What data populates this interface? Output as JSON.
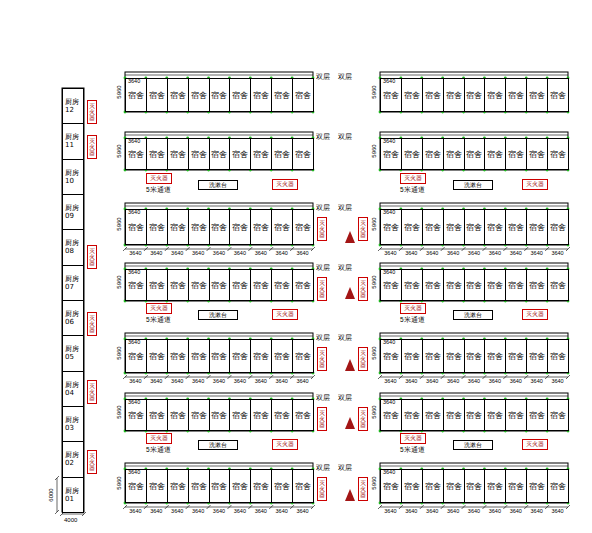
{
  "diagram": {
    "nodes": [
      {
        "text": [
          "厨房 12"
        ]
      },
      {
        "text": [
          "厨房 11"
        ]
      },
      {
        "text": [
          "厨房 10"
        ]
      },
      {
        "text": [
          "厨房 09"
        ]
      },
      {
        "text": [
          "厨房 08"
        ]
      },
      {
        "text": [
          "厨房 07"
        ]
      },
      {
        "text": [
          "厨房 06"
        ]
      },
      {
        "text": [
          "厨房 05"
        ]
      },
      {
        "text": [
          "厨房 04"
        ]
      },
      {
        "text": [
          "厨房 03"
        ]
      },
      {
        "text": [
          "厨房 02"
        ]
      },
      {
        "text": [
          "厨房 01"
        ]
      },
      {
        "text": [
          "宿舍"
        ]
      },
      {
        "text": [
          "宿舍"
        ]
      },
      {
        "text": [
          "宿舍"
        ]
      },
      {
        "text": [
          "宿舍"
        ]
      },
      {
        "text": [
          "宿舍"
        ]
      },
      {
        "text": [
          "宿舍"
        ]
      },
      {
        "text": [
          "宿舍"
        ]
      },
      {
        "text": [
          "宿舍"
        ]
      },
      {
        "text": [
          "宿舍"
        ]
      },
      {
        "text": [
          "宿舍"
        ]
      },
      {
        "text": [
          "宿舍"
        ]
      },
      {
        "text": [
          "宿舍"
        ]
      },
      {
        "text": [
          "宿舍"
        ]
      },
      {
        "text": [
          "宿舍"
        ]
      },
      {
        "text": [
          "宿舍"
        ]
      },
      {
        "text": [
          "宿舍"
        ]
      },
      {
        "text": [
          "宿舍"
        ]
      },
      {
        "text": [
          "宿舍"
        ]
      },
      {
        "text": [
          "宿舍"
        ]
      },
      {
        "text": [
          "宿舍"
        ]
      },
      {
        "text": [
          "宿舍"
        ]
      },
      {
        "text": [
          "宿舍"
        ]
      },
      {
        "text": [
          "宿舍"
        ]
      },
      {
        "text": [
          "宿舍"
        ]
      },
      {
        "text": [
          "宿舍"
        ]
      },
      {
        "text": [
          "宿舍"
        ]
      },
      {
        "text": [
          "宿舍"
        ]
      },
      {
        "text": [
          "宿舍"
        ]
      },
      {
        "text": [
          "宿舍"
        ]
      },
      {
        "text": [
          "宿舍"
        ]
      },
      {
        "text": [
          "宿舍"
        ]
      },
      {
        "text": [
          "宿舍"
        ]
      },
      {
        "text": [
          "宿舍"
        ]
      },
      {
        "text": [
          "宿舍"
        ]
      },
      {
        "text": [
          "宿舍"
        ]
      },
      {
        "text": [
          "宿舍"
        ]
      },
      {
        "text": [
          "宿舍"
        ]
      },
      {
        "text": [
          "宿舍"
        ]
      },
      {
        "text": [
          "宿舍"
        ]
      },
      {
        "text": [
          "宿舍"
        ]
      },
      {
        "text": [
          "宿舍"
        ]
      },
      {
        "text": [
          "宿舍"
        ]
      },
      {
        "text": [
          "宿舍"
        ]
      },
      {
        "text": [
          "宿舍"
        ]
      },
      {
        "text": [
          "宿舍"
        ]
      },
      {
        "text": [
          "宿舍"
        ]
      },
      {
        "text": [
          "宿舍"
        ]
      },
      {
        "text": [
          "宿舍"
        ]
      },
      {
        "text": [
          "宿舍"
        ]
      },
      {
        "text": [
          "宿舍"
        ]
      },
      {
        "text": [
          "宿舍"
        ]
      },
      {
        "text": [
          "宿舍"
        ]
      },
      {
        "text": [
          "宿舍"
        ]
      },
      {
        "text": [
          "宿舍"
        ]
      },
      {
        "text": [
          "宿舍"
        ]
      },
      {
        "text": [
          "宿舍"
        ]
      },
      {
        "text": [
          "宿舍"
        ]
      },
      {
        "text": [
          "宿舍"
        ]
      },
      {
        "text": [
          "宿舍"
        ]
      },
      {
        "text": [
          "宿舍"
        ]
      },
      {
        "text": [
          "宿舍"
        ]
      },
      {
        "text": [
          "宿舍"
        ]
      },
      {
        "text": [
          "宿舍"
        ]
      },
      {
        "text": [
          "宿舍"
        ]
      },
      {
        "text": [
          "宿舍"
        ]
      },
      {
        "text": [
          "宿舍"
        ]
      },
      {
        "text": [
          "宿舍"
        ]
      },
      {
        "text": [
          "宿舍"
        ]
      },
      {
        "text": [
          "宿舍"
        ]
      },
      {
        "text": [
          "宿舍"
        ]
      },
      {
        "text": [
          "宿舍"
        ]
      },
      {
        "text": [
          "宿舍"
        ]
      },
      {
        "text": [
          "宿舍"
        ]
      },
      {
        "text": [
          "宿舍"
        ]
      },
      {
        "text": [
          "宿舍"
        ]
      },
      {
        "text": [
          "宿舍"
        ]
      },
      {
        "text": [
          "宿舍"
        ]
      },
      {
        "text": [
          "宿舍"
        ]
      },
      {
        "text": [
          "宿舍"
        ]
      },
      {
        "text": [
          "宿舍"
        ]
      },
      {
        "text": [
          "宿舍"
        ]
      },
      {
        "text": [
          "宿舍"
        ]
      },
      {
        "text": [
          "宿舍"
        ]
      },
      {
        "text": [
          "宿舍"
        ]
      },
      {
        "text": [
          "宿舍"
        ]
      },
      {
        "text": [
          "宿舍"
        ]
      },
      {
        "text": [
          "宿舍"
        ]
      },
      {
        "text": [
          "宿舍"
        ]
      },
      {
        "text": [
          "宿舍"
        ]
      },
      {
        "text": [
          "宿舍"
        ]
      },
      {
        "text": [
          "宿舍"
        ]
      },
      {
        "text": [
          "宿舍"
        ]
      },
      {
        "text": [
          "宿舍"
        ]
      },
      {
        "text": [
          "宿舍"
        ]
      },
      {
        "text": [
          "宿舍"
        ]
      },
      {
        "text": [
          "宿舍"
        ]
      },
      {
        "text": [
          "宿舍"
        ]
      },
      {
        "text": [
          "宿舍"
        ]
      },
      {
        "text": [
          "宿舍"
        ]
      },
      {
        "text": [
          "宿舍"
        ]
      },
      {
        "text": [
          "宿舍"
        ]
      },
      {
        "text": [
          "宿舍"
        ]
      },
      {
        "text": [
          "宿舍"
        ]
      },
      {
        "text": [
          "宿舍"
        ]
      },
      {
        "text": [
          "宿舍"
        ]
      },
      {
        "text": [
          "宿舍"
        ]
      },
      {
        "text": [
          "宿舍"
        ]
      },
      {
        "text": [
          "宿舍"
        ]
      },
      {
        "text": [
          "宿舍"
        ]
      },
      {
        "text": [
          "宿舍"
        ]
      },
      {
        "text": [
          "宿舍"
        ]
      },
      {
        "text": [
          "宿舍"
        ]
      },
      {
        "text": [
          "宿舍"
        ]
      },
      {
        "text": [
          "宿舍"
        ]
      },
      {
        "text": [
          "宿舍"
        ]
      },
      {
        "text": [
          "宿舍"
        ]
      },
      {
        "text": [
          "宿舍"
        ]
      },
      {
        "text": [
          "宿舍"
        ]
      },
      {
        "text": [
          "宿舍"
        ]
      },
      {
        "text": [
          "宿舍"
        ]
      },
      {
        "text": [
          "宿舍"
        ]
      },
      {
        "text": [
          "宿舍"
        ]
      },
      {
        "text": [
          "宿舍"
        ]
      },
      {
        "text": [
          "宿舍"
        ]
      },
      {
        "text": [
          "宿舍"
        ]
      },
      {
        "text": [
          "宿舍"
        ]
      },
      {
        "text": [
          "洗漱台"
        ]
      },
      {
        "text": [
          "洗漱台"
        ]
      },
      {
        "text": [
          "洗漱台"
        ]
      },
      {
        "text": [
          "洗漱台"
        ]
      },
      {
        "text": [
          "洗漱台"
        ]
      },
      {
        "text": [
          "洗漱台"
        ]
      },
      {
        "text": [
          "灭火器"
        ]
      },
      {
        "text": [
          "灭火器"
        ]
      },
      {
        "text": [
          "灭火器"
        ]
      },
      {
        "text": [
          "灭火器"
        ]
      },
      {
        "text": [
          "灭火器"
        ]
      },
      {
        "text": [
          "灭火器"
        ]
      },
      {
        "text": [
          "灭火器"
        ]
      },
      {
        "text": [
          "灭火器"
        ]
      },
      {
        "text": [
          "灭火器"
        ]
      },
      {
        "text": [
          "灭火器"
        ]
      },
      {
        "text": [
          "灭火器"
        ]
      },
      {
        "text": [
          "灭火器"
        ]
      },
      {
        "text": [
          "灭火器"
        ]
      },
      {
        "text": [
          "灭火器"
        ]
      },
      {
        "text": [
          "灭火器"
        ]
      },
      {
        "text": [
          "灭火器"
        ]
      },
      {
        "text": [
          "灭火器"
        ]
      },
      {
        "text": [
          "灭火器"
        ]
      },
      {
        "text": [
          "灭火器"
        ]
      },
      {
        "text": [
          "灭火器"
        ]
      },
      {
        "text": [
          "灭火器"
        ]
      },
      {
        "text": [
          "灭火器"
        ]
      },
      {
        "text": [
          "灭火器"
        ]
      },
      {
        "text": [
          "灭火器"
        ]
      },
      {
        "text": [
          "灭火器"
        ]
      },
      {
        "text": [
          "灭火器"
        ]
      },
      {
        "text": [
          "灭火器"
        ]
      },
      {
        "text": [
          "灭火器"
        ]
      }
    ],
    "labels": [
      "5960",
      "3640",
      "双层",
      "5960",
      "3640",
      "双层",
      "5960",
      "3640",
      "双层",
      "3640",
      "3640",
      "3640",
      "3640",
      "3640",
      "3640",
      "3640",
      "3640",
      "3640",
      "5960",
      "3640",
      "双层",
      "5960",
      "3640",
      "双层",
      "3640",
      "3640",
      "3640",
      "3640",
      "3640",
      "3640",
      "3640",
      "3640",
      "3640",
      "5960",
      "3640",
      "双层",
      "5960",
      "3640",
      "双层",
      "3640",
      "3640",
      "3640",
      "3640",
      "3640",
      "3640",
      "3640",
      "3640",
      "3640",
      "5960",
      "3640",
      "双层",
      "5960",
      "3640",
      "双层",
      "5960",
      "3640",
      "双层",
      "3640",
      "3640",
      "3640",
      "3640",
      "3640",
      "3640",
      "3640",
      "3640",
      "3640",
      "5960",
      "3640",
      "双层",
      "5960",
      "3640",
      "双层",
      "3640",
      "3640",
      "3640",
      "3640",
      "3640",
      "3640",
      "3640",
      "3640",
      "3640",
      "5960",
      "3640",
      "双层",
      "5960",
      "3640",
      "双层",
      "3640",
      "3640",
      "3640",
      "3640",
      "3640",
      "3640",
      "3640",
      "3640",
      "3640",
      "5米通道",
      "5米通道",
      "5米通道",
      "5米通道",
      "5米通道",
      "5米通道",
      "6000",
      "4000"
    ]
  }
}
